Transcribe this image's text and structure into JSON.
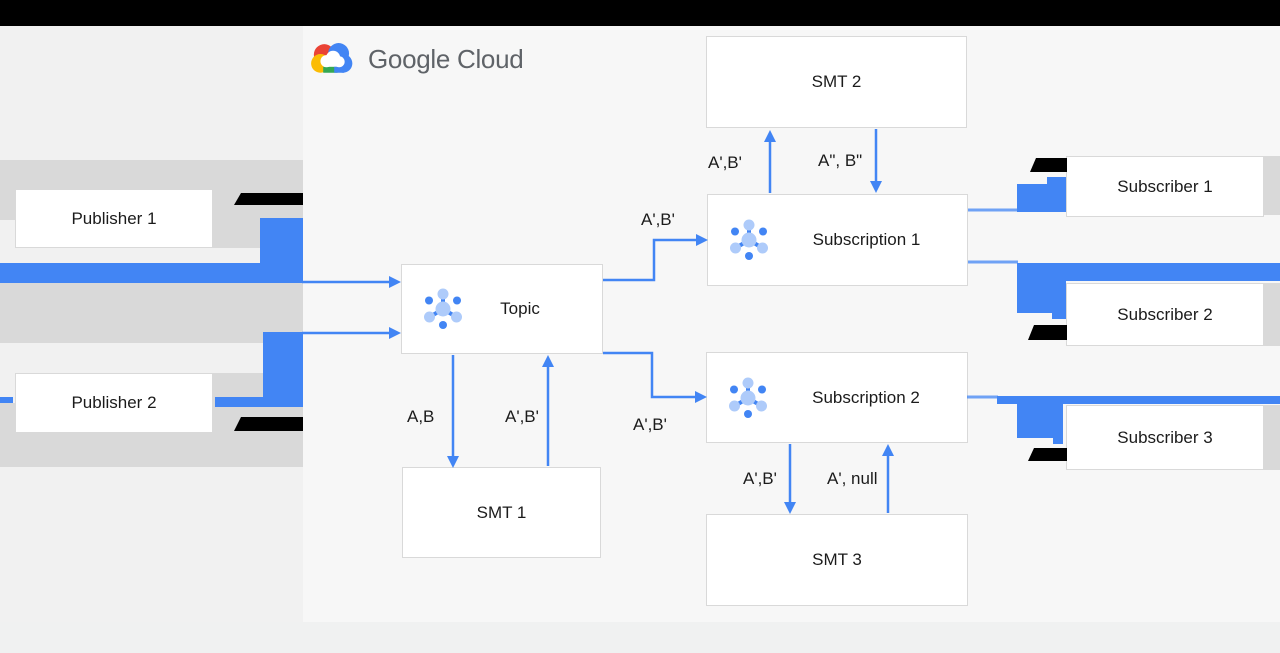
{
  "brand": {
    "name": "Google Cloud"
  },
  "colors": {
    "arrow_blue": "#4285f4",
    "icon_light_blue": "#aecbfa",
    "gray_band": "#d9d9d9",
    "top_bar": "#000000",
    "box_border": "#d9d9d9",
    "logo_text": "#5f6368"
  },
  "nodes": {
    "publisher1": "Publisher 1",
    "publisher2": "Publisher 2",
    "topic": "Topic",
    "smt1": "SMT 1",
    "smt2": "SMT 2",
    "smt3": "SMT 3",
    "subscription1": "Subscription 1",
    "subscription2": "Subscription 2",
    "subscriber1": "Subscriber 1",
    "subscriber2": "Subscriber 2",
    "subscriber3": "Subscriber 3"
  },
  "edge_labels": {
    "topic_to_subscription1": "A',B'",
    "topic_to_subscription2": "A',B'",
    "topic_down_to_smt1": "A,B",
    "smt1_up_to_topic": "A',B'",
    "subscription1_up_to_smt2": "A',B'",
    "smt2_down_to_subscription1": "A\", B\"",
    "subscription2_down_to_smt3": "A',B'",
    "smt3_up_to_subscription2": "A', null"
  }
}
